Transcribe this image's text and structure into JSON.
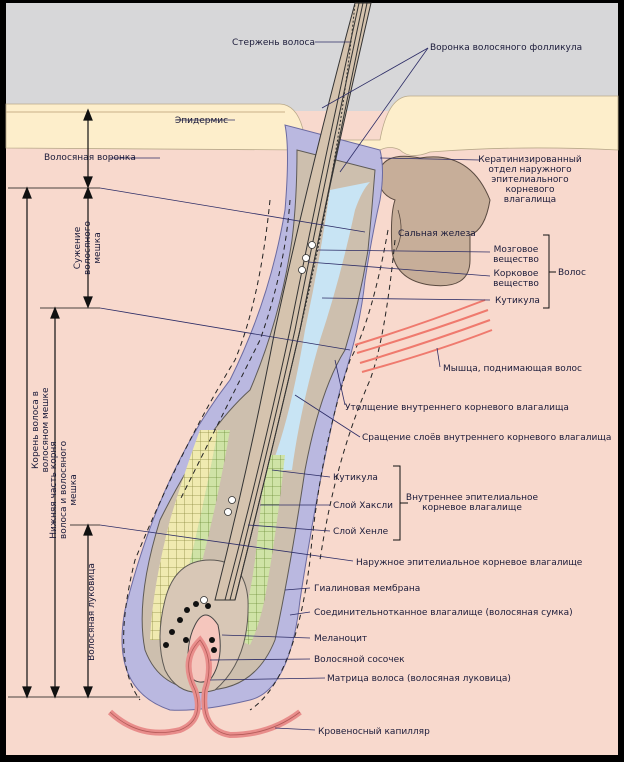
{
  "labels": {
    "shaft": "Стержень волоса",
    "funnel_follicle": "Воронка волосяного фолликула",
    "epidermis": "Эпидермис",
    "hair_funnel": "Волосяная воронка",
    "keratinized": [
      "Кератинизированный",
      "отдел наружного",
      "эпителиального",
      "корневого",
      "влагалища"
    ],
    "sebaceous": "Сальная железа",
    "medulla": [
      "Мозговое",
      "вещество"
    ],
    "cortex": [
      "Корковое",
      "вещество"
    ],
    "cuticle_hair": "Кутикула",
    "hair_group": "Волос",
    "muscle": "Мышца, поднимающая волос",
    "thickening": "Утолщение внутреннего корневого влагалища",
    "fusion": "Сращение слоёв внутреннего корневого влагалища",
    "irs_cuticle": "Кутикула",
    "huxley": "Слой Хаксли",
    "henle": "Слой Хенле",
    "irs_group": [
      "Внутреннее эпителиальное",
      "корневое влагалище"
    ],
    "ors": "Наружное эпителиальное корневое влагалище",
    "hyaline": "Гиалиновая мембрана",
    "connective": "Соединительнотканное влагалище (волосяная сумка)",
    "melanocyte": "Меланоцит",
    "papilla": "Волосяной сосочек",
    "matrix": "Матрица волоса (волосяная луковица)",
    "capillary": "Кровеносный капилляр",
    "narrowing": [
      "Сужение",
      "волосяного",
      "мешка"
    ],
    "root_in_sac": [
      "Корень волоса в",
      "волосяном мешке"
    ],
    "lower_part": [
      "Нижняя часть корня",
      "волоса и волосяного",
      "мешка"
    ],
    "bulb": "Волосяная луковица"
  }
}
